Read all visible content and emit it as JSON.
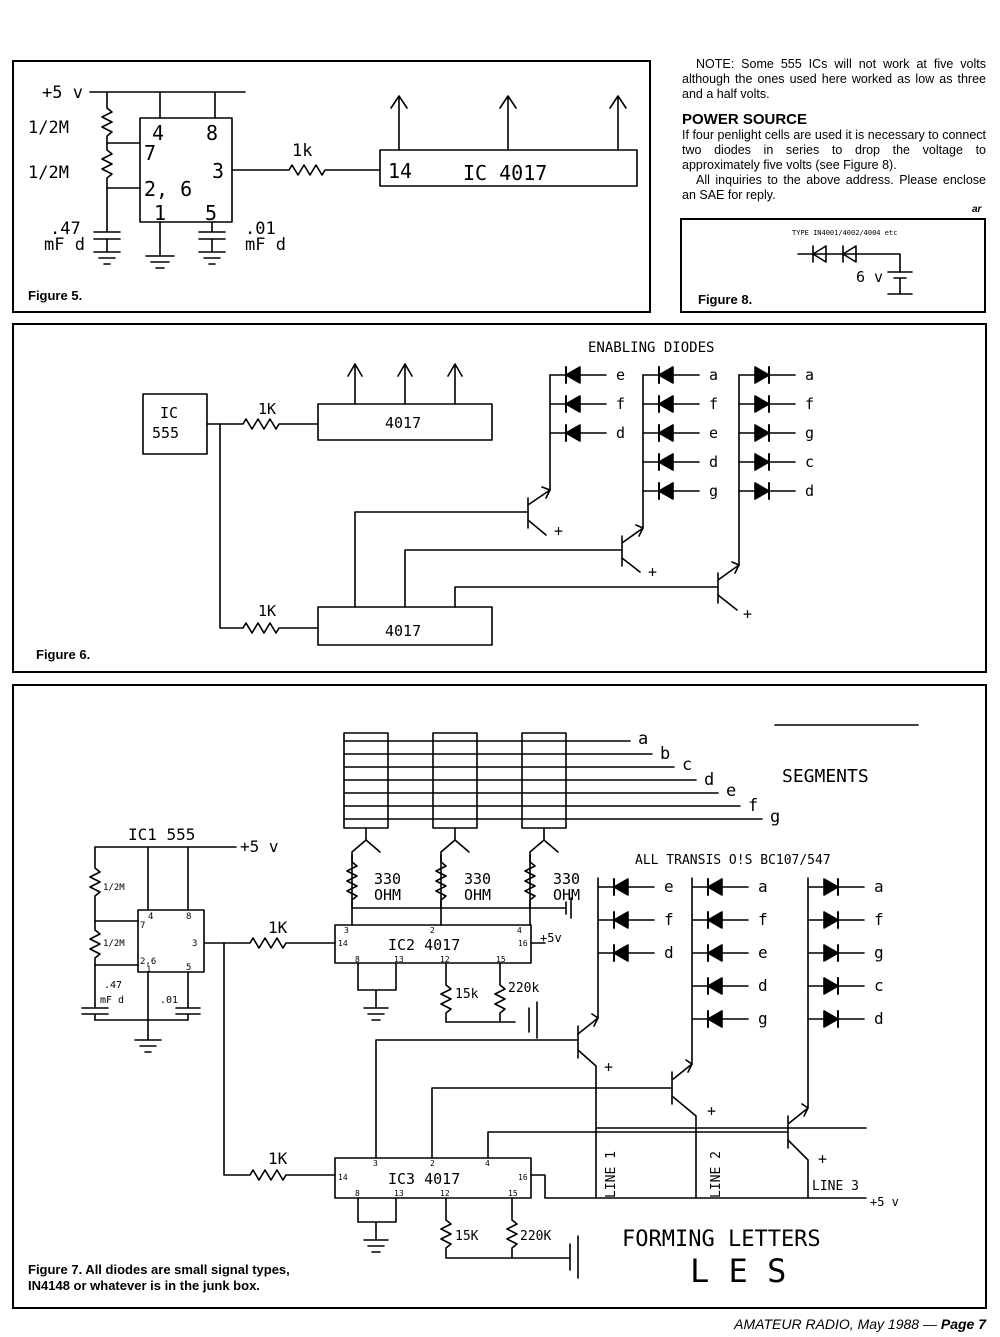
{
  "note": {
    "paragraph": "NOTE: Some 555 ICs will not work at five volts although the ones used here worked as low as three and a half volts.",
    "heading": "POWER SOURCE",
    "paragraph2": "If four penlight cells are used it is necessary to connect two diodes in series to drop the voltage to approximately five volts (see Figure 8).",
    "paragraph3": "All inquiries to the above address. Please enclose an SAE for reply.",
    "signoff": "ar"
  },
  "fig5": {
    "caption": "Figure 5.",
    "supply": "+5 v",
    "r1": "1/2M",
    "r2": "1/2M",
    "pin4": "4",
    "pin8": "8",
    "pin7": "7",
    "pin26": "2, 6",
    "pin3": "3",
    "pin1": "1",
    "pin5": "5",
    "c1a": ".47",
    "c1b": "mF d",
    "c2a": ".01",
    "c2b": "mF d",
    "res": "1k",
    "ic_pin": "14",
    "ic_name": "IC 4017"
  },
  "fig8": {
    "caption": "Figure 8.",
    "type": "TYPE IN4001/4002/4004 etc",
    "volt": "6 v"
  },
  "fig6": {
    "caption": "Figure 6.",
    "ic555a": "IC",
    "ic555b": "555",
    "r1": "1K",
    "r2": "1K",
    "counter1": "4017",
    "counter2": "4017",
    "diodes_title": "ENABLING DIODES",
    "col1": [
      "e",
      "f",
      "d"
    ],
    "col2": [
      "a",
      "f",
      "e",
      "d",
      "g"
    ],
    "col3": [
      "a",
      "f",
      "g",
      "c",
      "d"
    ],
    "plus": "+"
  },
  "fig7": {
    "caption_line1": "Figure 7. All diodes are small signal types,",
    "caption_line2": "IN4148 or whatever is in the junk box.",
    "ic1": "IC1 555",
    "supply": "+5 v",
    "r1": "1/2M",
    "r2": "1/2M",
    "c1a": ".47",
    "c1b": "mF d",
    "c2": ".01",
    "pin4": "4",
    "pin8": "8",
    "pin7": "7",
    "pin26": "2,6",
    "pin1": "1",
    "pin5": "5",
    "pin3": "3",
    "res_a": "1K",
    "res_b": "1K",
    "ic2": "IC2 4017",
    "ic3": "IC3 4017",
    "p14": "14",
    "p16": "16",
    "p3": "3",
    "p2": "2",
    "p4": "4",
    "p8": "8",
    "p13": "13",
    "p12": "12",
    "p15": "15",
    "r15k": "15k",
    "r220k": "220k",
    "r15k_b": "15K",
    "r220k_b": "220K",
    "ohm_top": "330",
    "ohm_bot": "OHM",
    "supply2": "+5v",
    "supply3": "+5 v",
    "segments_title": "SEGMENTS",
    "seg_letters": [
      "a",
      "b",
      "c",
      "d",
      "e",
      "f",
      "g"
    ],
    "transistors": "ALL TRANSIS O!S BC107/547",
    "col1": [
      "e",
      "f",
      "d"
    ],
    "col2": [
      "a",
      "f",
      "e",
      "d",
      "g"
    ],
    "col3": [
      "a",
      "f",
      "g",
      "c",
      "d"
    ],
    "line1": "LINE 1",
    "line2": "LINE 2",
    "line3": "LINE 3",
    "plus": "+",
    "forming": "FORMING LETTERS",
    "les": "L E S"
  },
  "footer": {
    "magazine": "AMATEUR RADIO,",
    "date": " May 1988 — ",
    "page": "Page 7"
  }
}
